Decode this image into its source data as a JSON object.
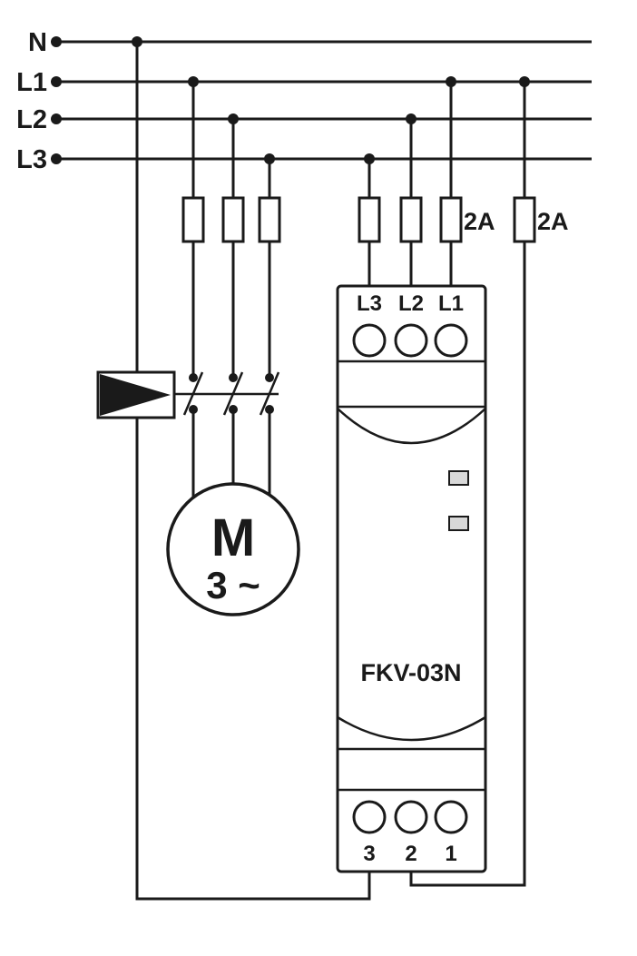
{
  "colors": {
    "line": "#1a1a1a",
    "background": "#ffffff",
    "led_fill": "#d8d8d8"
  },
  "bus": {
    "n": "N",
    "l1": "L1",
    "l2": "L2",
    "l3": "L3"
  },
  "fuses": {
    "control_label": "2A",
    "output_label": "2A"
  },
  "device": {
    "model": "FKV-03N",
    "top_terminals": {
      "t_l3": "L3",
      "t_l2": "L2",
      "t_l1": "L1"
    },
    "bottom_terminals": {
      "t3": "3",
      "t2": "2",
      "t1": "1"
    }
  },
  "motor": {
    "symbol": "M",
    "phase": "3 ~"
  }
}
